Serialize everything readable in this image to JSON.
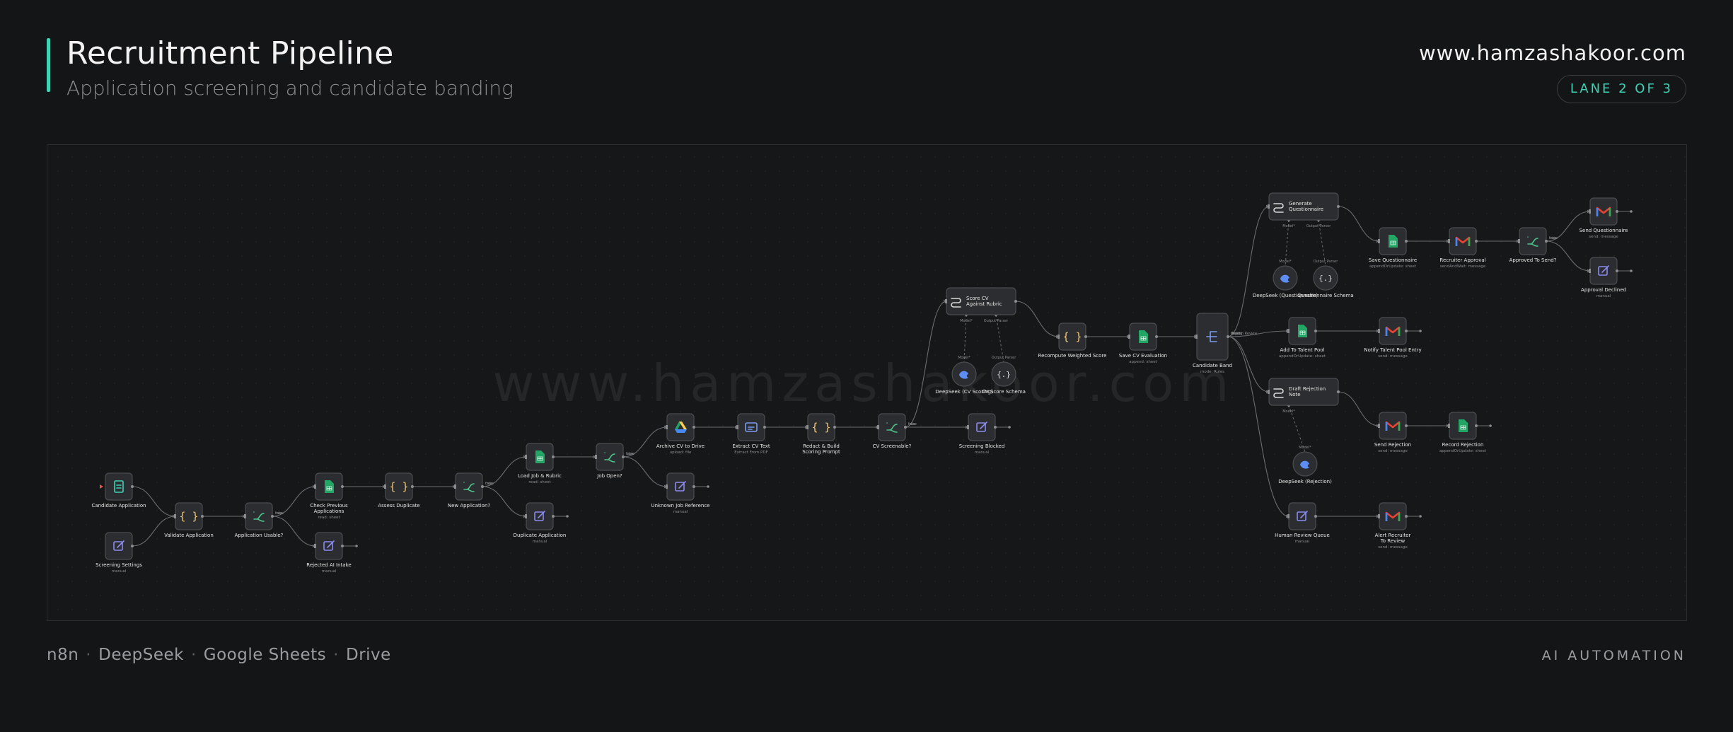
{
  "header": {
    "title": "Recruitment Pipeline",
    "subtitle": "Application screening and candidate banding",
    "site": "www.hamzashakoor.com",
    "lane_badge": "LANE 2 OF 3"
  },
  "canvas": {
    "watermark": "www.hamzashakoor.com",
    "nodes": [
      {
        "id": "candidate-application",
        "label": "Candidate Application",
        "sub": "",
        "icon": "form-icon"
      },
      {
        "id": "screening-settings",
        "label": "Screening Settings",
        "sub": "manual",
        "icon": "edit-icon"
      },
      {
        "id": "validate-application",
        "label": "Validate Application",
        "sub": "",
        "icon": "code-icon"
      },
      {
        "id": "application-usable",
        "label": "Application Usable?",
        "sub": "",
        "icon": "if-icon"
      },
      {
        "id": "check-previous-applications",
        "label": "Check Previous Applications",
        "sub": "read: sheet",
        "icon": "sheets-icon"
      },
      {
        "id": "rejected-ai-intake",
        "label": "Rejected AI Intake",
        "sub": "manual",
        "icon": "edit-icon"
      },
      {
        "id": "assess-duplicate",
        "label": "Assess Duplicate",
        "sub": "",
        "icon": "code-icon"
      },
      {
        "id": "new-application",
        "label": "New Application?",
        "sub": "",
        "icon": "if-icon"
      },
      {
        "id": "load-job-rubric",
        "label": "Load Job & Rubric",
        "sub": "read: sheet",
        "icon": "sheets-icon"
      },
      {
        "id": "duplicate-application",
        "label": "Duplicate Application",
        "sub": "manual",
        "icon": "edit-icon"
      },
      {
        "id": "job-open",
        "label": "Job Open?",
        "sub": "",
        "icon": "if-icon"
      },
      {
        "id": "archive-cv-drive",
        "label": "Archive CV to Drive",
        "sub": "upload: file",
        "icon": "drive-icon"
      },
      {
        "id": "unknown-job-reference",
        "label": "Unknown Job Reference",
        "sub": "manual",
        "icon": "edit-icon"
      },
      {
        "id": "extract-cv-text",
        "label": "Extract CV Text",
        "sub": "Extract From PDF",
        "icon": "extract-icon"
      },
      {
        "id": "redact-build-prompt",
        "label": "Redact & Build Scoring Prompt",
        "sub": "",
        "icon": "code-icon"
      },
      {
        "id": "cv-screenable",
        "label": "CV Screenable?",
        "sub": "",
        "icon": "if-icon"
      },
      {
        "id": "screening-blocked",
        "label": "Screening Blocked",
        "sub": "manual",
        "icon": "edit-icon"
      },
      {
        "id": "score-cv",
        "label": "Score CV Against Rubric",
        "sub": "",
        "icon": "agent-icon"
      },
      {
        "id": "deepseek-cv-scoring",
        "label": "DeepSeek (CV Scoring)",
        "sub": "",
        "icon": "deepseek-icon"
      },
      {
        "id": "cv-score-schema",
        "label": "CV Score Schema",
        "sub": "",
        "icon": "schema-icon"
      },
      {
        "id": "recompute-weighted-score",
        "label": "Recompute Weighted Score",
        "sub": "",
        "icon": "code-icon"
      },
      {
        "id": "save-cv-evaluation",
        "label": "Save CV Evaluation",
        "sub": "append: sheet",
        "icon": "sheets-icon"
      },
      {
        "id": "candidate-band",
        "label": "Candidate Band",
        "sub": "mode: Rules",
        "icon": "switch-icon"
      },
      {
        "id": "generate-questionnaire",
        "label": "Generate Questionnaire",
        "sub": "",
        "icon": "agent-icon"
      },
      {
        "id": "deepseek-questionnaire",
        "label": "DeepSeek (Questionnaire)",
        "sub": "",
        "icon": "deepseek-icon"
      },
      {
        "id": "questionnaire-schema",
        "label": "Questionnaire Schema",
        "sub": "",
        "icon": "schema-icon"
      },
      {
        "id": "save-questionnaire",
        "label": "Save Questionnaire",
        "sub": "appendOrUpdate: sheet",
        "icon": "sheets-icon"
      },
      {
        "id": "recruiter-approval",
        "label": "Recruiter Approval",
        "sub": "sendAndWait: message",
        "icon": "gmail-icon"
      },
      {
        "id": "approved-to-send",
        "label": "Approved To Send?",
        "sub": "",
        "icon": "if-icon"
      },
      {
        "id": "send-questionnaire",
        "label": "Send Questionnaire",
        "sub": "send: message",
        "icon": "gmail-icon"
      },
      {
        "id": "approval-declined",
        "label": "Approval Declined",
        "sub": "manual",
        "icon": "edit-icon"
      },
      {
        "id": "add-to-talent-pool",
        "label": "Add To Talent Pool",
        "sub": "appendOrUpdate: sheet",
        "icon": "sheets-icon"
      },
      {
        "id": "notify-talent-pool-entry",
        "label": "Notify Talent Pool Entry",
        "sub": "send: message",
        "icon": "gmail-icon"
      },
      {
        "id": "draft-rejection-note",
        "label": "Draft Rejection Note",
        "sub": "",
        "icon": "agent-icon"
      },
      {
        "id": "deepseek-rejection",
        "label": "DeepSeek (Rejection)",
        "sub": "",
        "icon": "deepseek-icon"
      },
      {
        "id": "send-rejection",
        "label": "Send Rejection",
        "sub": "send: message",
        "icon": "gmail-icon"
      },
      {
        "id": "record-rejection",
        "label": "Record Rejection",
        "sub": "appendOrUpdate: sheet",
        "icon": "sheets-icon"
      },
      {
        "id": "human-review-queue",
        "label": "Human Review Queue",
        "sub": "manual",
        "icon": "edit-icon"
      },
      {
        "id": "alert-recruiter-review",
        "label": "Alert Recruiter To Review",
        "sub": "send: message",
        "icon": "gmail-icon"
      }
    ],
    "edge_labels": {
      "model": "Model*",
      "output_parser": "Output Parser",
      "true": "true",
      "false": "false",
      "strong": "Strong",
      "good": "Good",
      "reject": "Reject",
      "human_review": "Human Review"
    }
  },
  "footer": {
    "stack": [
      "n8n",
      "DeepSeek",
      "Google Sheets",
      "Drive"
    ],
    "tag": "AI AUTOMATION"
  },
  "colors": {
    "background": "#141516",
    "accent": "#3fd2b4",
    "node_fill": "#2c2d30",
    "node_stroke": "#4a4c50",
    "sheets_green": "#23a566",
    "if_green": "#4cc38a",
    "code_yellow": "#f0c674",
    "edit_purple": "#8b8cf0"
  }
}
